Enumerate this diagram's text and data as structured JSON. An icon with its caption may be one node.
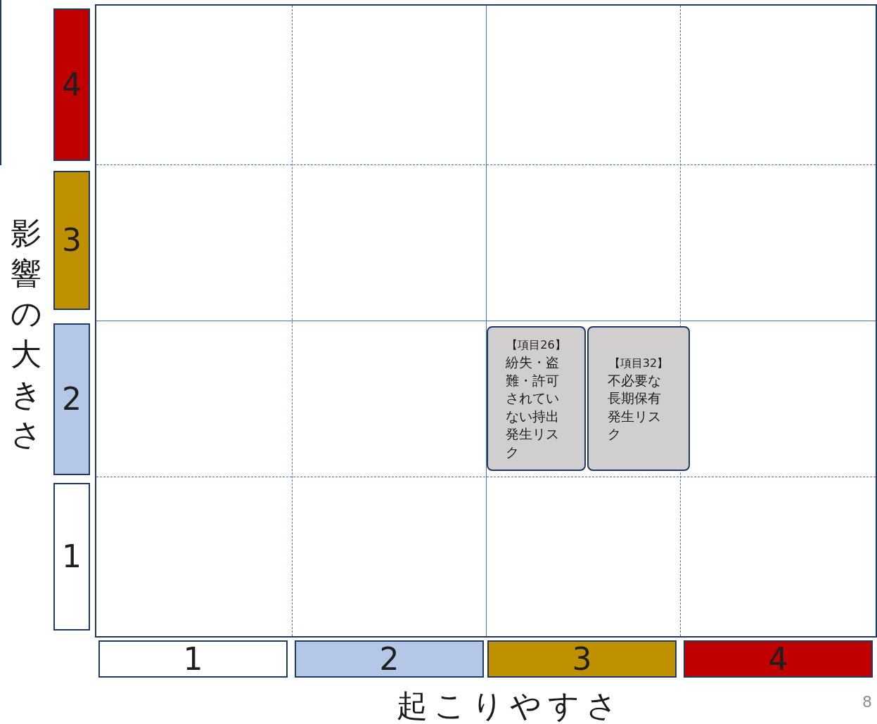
{
  "diagram": {
    "nodes": [
      {
        "text": [
          "4"
        ]
      },
      {
        "text": [
          "3"
        ]
      },
      {
        "text": [
          "2"
        ]
      },
      {
        "text": [
          "1"
        ]
      },
      {
        "text": [
          "1"
        ]
      },
      {
        "text": [
          "2"
        ]
      },
      {
        "text": [
          "3"
        ]
      },
      {
        "text": [
          "4"
        ]
      },
      {
        "text": [
          "【項目26】",
          "紛失・盗難・許可されていない持出発生リスク"
        ]
      },
      {
        "text": [
          "【項目32】",
          "不必要な長期保有発生リスク"
        ]
      }
    ],
    "labels": [
      "影響の大きさ",
      "起こりやすさ",
      "8"
    ]
  }
}
